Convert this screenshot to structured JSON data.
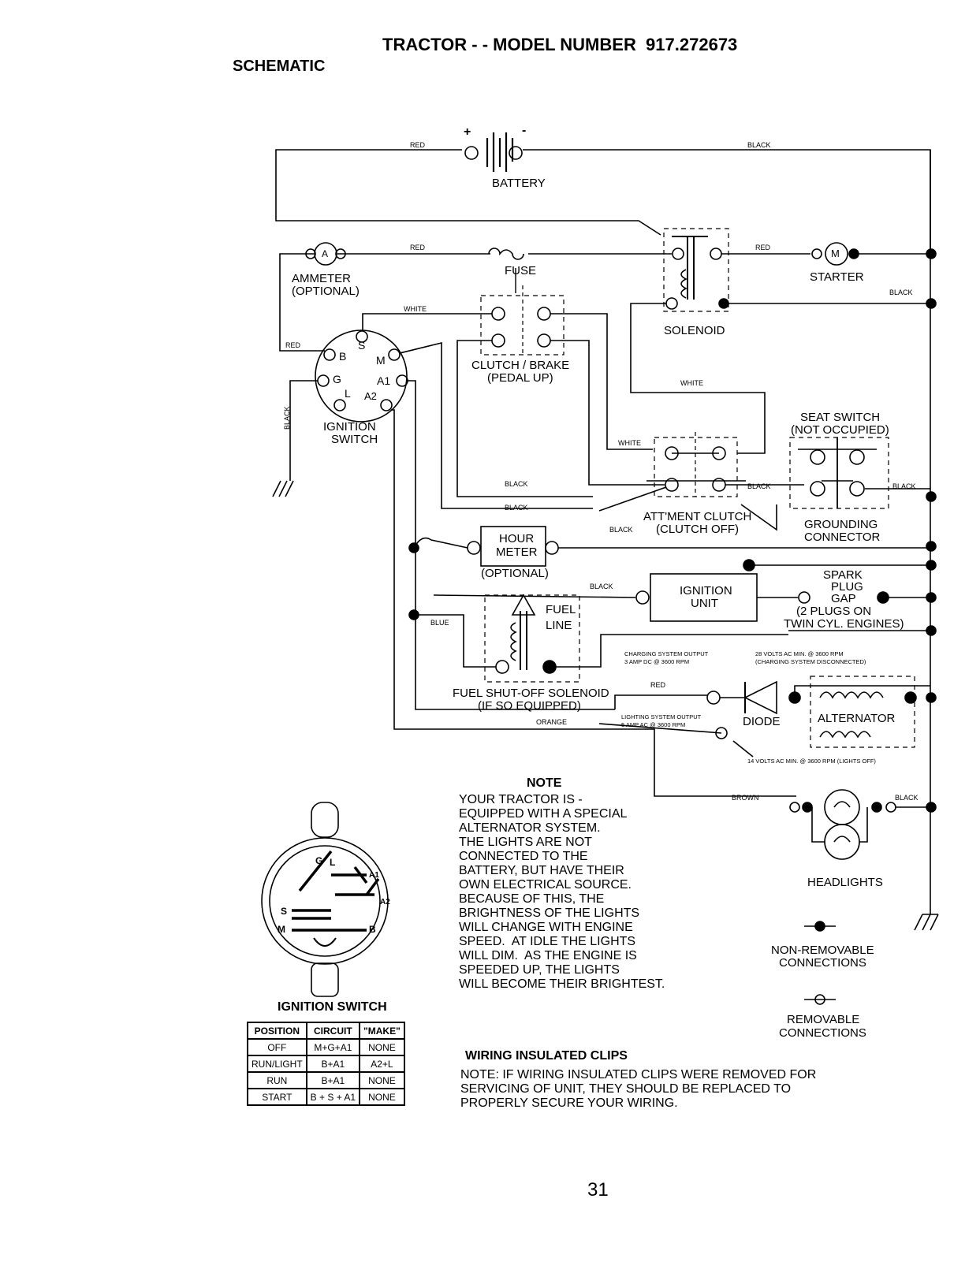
{
  "header": {
    "title": "TRACTOR - - MODEL NUMBER  917.272673",
    "section": "SCHEMATIC"
  },
  "components": {
    "battery": "BATTERY",
    "plus": "+",
    "minus": "-",
    "ammeter": "AMMETER",
    "ammeter_opt": "(OPTIONAL)",
    "ammeter_letter": "A",
    "fuse": "FUSE",
    "solenoid": "SOLENOID",
    "starter": "STARTER",
    "starter_letter": "M",
    "clutch_brake": "CLUTCH / BRAKE",
    "pedal_up": "(PEDAL UP)",
    "ignition_switch": "IGNITION",
    "ignition_switch2": "SWITCH",
    "seat_switch": "SEAT SWITCH",
    "seat_not_occ": "(NOT OCCUPIED)",
    "attment_clutch": "ATT'MENT CLUTCH",
    "clutch_off": "(CLUTCH OFF)",
    "grounding": "GROUNDING",
    "connector": "CONNECTOR",
    "hour_meter": "HOUR",
    "meter": "METER",
    "hour_opt": "(OPTIONAL)",
    "spark": "SPARK",
    "plug": "PLUG",
    "gap": "GAP",
    "two_plugs": "(2 PLUGS ON",
    "twin_cyl": "TWIN CYL. ENGINES)",
    "ignition_unit": "IGNITION",
    "unit": "UNIT",
    "fuel": "FUEL",
    "line": "LINE",
    "fuel_sol": "FUEL SHUT-OFF SOLENOID",
    "if_equipped": "(IF SO EQUIPPED)",
    "diode": "DIODE",
    "alternator": "ALTERNATOR",
    "headlights": "HEADLIGHTS",
    "charging1": "CHARGING SYSTEM OUTPUT",
    "charging2": "3 AMP DC @ 3600 RPM",
    "volts28a": "28 VOLTS AC MIN. @ 3600 RPM",
    "volts28b": "(CHARGING SYSTEM DISCONNECTED)",
    "lighting1": "LIGHTING SYSTEM OUTPUT",
    "lighting2": "5 AMP AC @ 3600 RPM",
    "volts14": "14 VOLTS AC MIN. @ 3600 RPM (LIGHTS OFF)",
    "terminals": {
      "s": "S",
      "b": "B",
      "m": "M",
      "g": "G",
      "a1": "A1",
      "l": "L",
      "a2": "A2"
    },
    "sw_letters": {
      "g": "G",
      "l": "L",
      "a1": "A1",
      "s": "S",
      "a2": "A2",
      "m": "M",
      "b": "B"
    }
  },
  "wires": {
    "red": "RED",
    "black": "BLACK",
    "white": "WHITE",
    "blue": "BLUE",
    "orange": "ORANGE",
    "brown": "BROWN"
  },
  "note": {
    "title": "NOTE",
    "lines": [
      "YOUR TRACTOR IS -",
      "EQUIPPED WITH A SPECIAL",
      "ALTERNATOR SYSTEM.",
      "THE LIGHTS ARE NOT",
      "CONNECTED TO THE",
      "BATTERY, BUT HAVE THEIR",
      "OWN ELECTRICAL SOURCE.",
      "BECAUSE OF THIS, THE",
      "BRIGHTNESS OF THE LIGHTS",
      "WILL CHANGE WITH ENGINE",
      "SPEED.  AT IDLE THE LIGHTS",
      "WILL DIM.  AS THE ENGINE IS",
      "SPEEDED UP, THE LIGHTS",
      "WILL BECOME THEIR BRIGHTEST."
    ]
  },
  "legend": {
    "non_removable1": "NON-REMOVABLE",
    "non_removable2": "CONNECTIONS",
    "removable1": "REMOVABLE",
    "removable2": "CONNECTIONS"
  },
  "ignition_table": {
    "title": "IGNITION SWITCH",
    "headers": [
      "POSITION",
      "CIRCUIT",
      "\"MAKE\""
    ],
    "rows": [
      [
        "OFF",
        "M+G+A1",
        "NONE"
      ],
      [
        "RUN/LIGHT",
        "B+A1",
        "A2+L"
      ],
      [
        "RUN",
        "B+A1",
        "NONE"
      ],
      [
        "START",
        "B + S + A1",
        "NONE"
      ]
    ]
  },
  "clips": {
    "title": "WIRING INSULATED CLIPS",
    "line1": "NOTE: IF WIRING INSULATED CLIPS WERE REMOVED FOR",
    "line2": "SERVICING OF UNIT, THEY SHOULD BE REPLACED TO",
    "line3": "PROPERLY SECURE YOUR WIRING."
  },
  "page_number": "31"
}
